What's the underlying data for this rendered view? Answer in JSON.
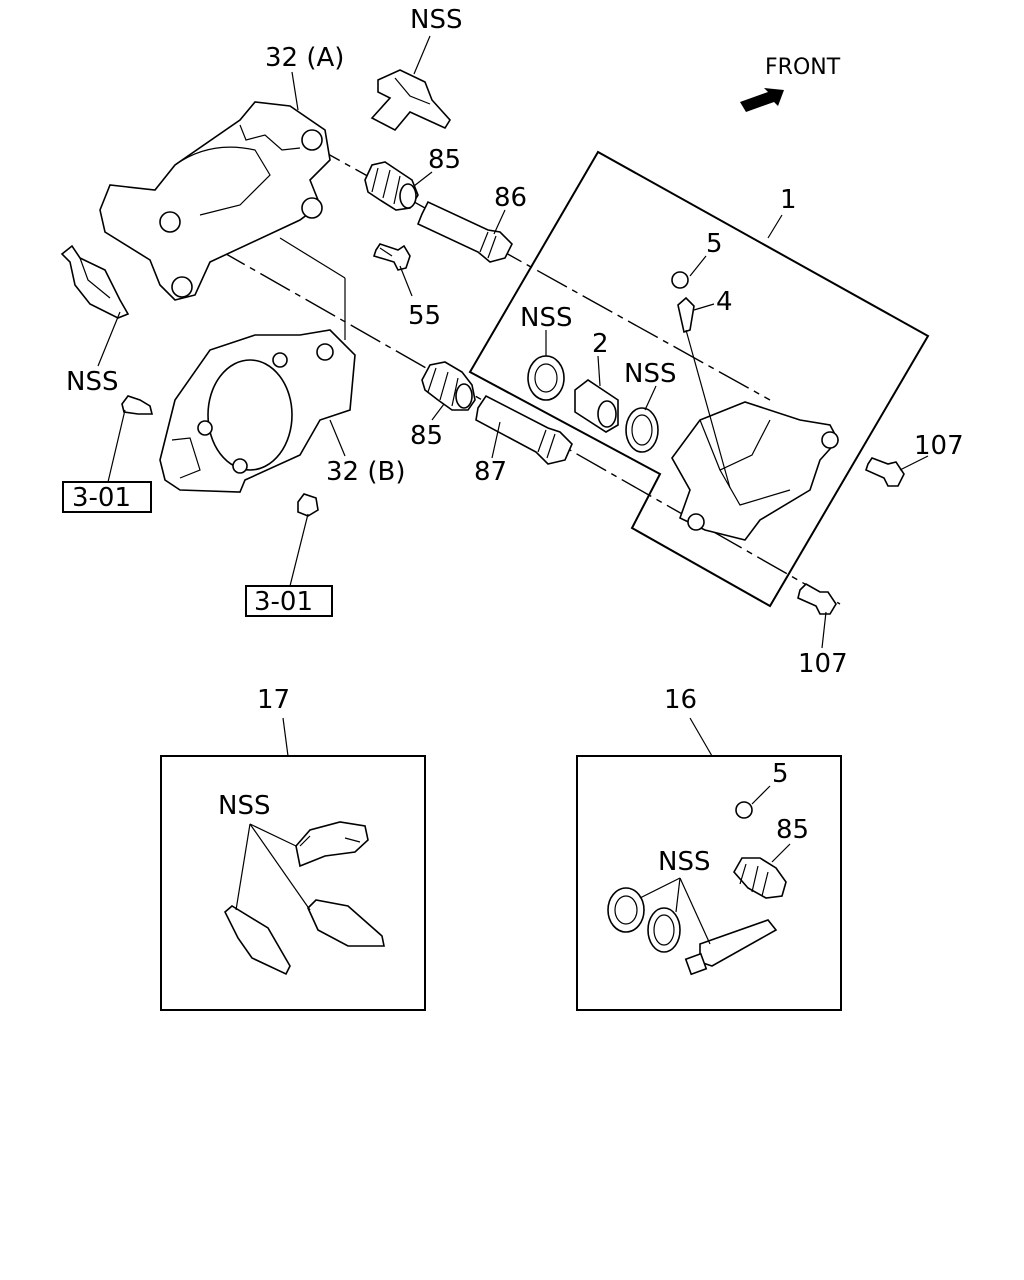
{
  "diagram": {
    "front_label": "FRONT",
    "labels": {
      "nss_top": "NSS",
      "l32a": "32 (A)",
      "l85a": "85",
      "l86": "86",
      "l1": "1",
      "l5a": "5",
      "l4": "4",
      "l55": "55",
      "nss_left": "NSS",
      "nss_seal": "NSS",
      "l2": "2",
      "nss_ring": "NSS",
      "l85b": "85",
      "l87": "87",
      "l32b": "32 (B)",
      "l107a": "107",
      "l107b": "107",
      "ref301a": "3-01",
      "ref301b": "3-01",
      "l17": "17",
      "l16": "16",
      "nss_kit17": "NSS",
      "l5b": "5",
      "l85c": "85",
      "nss_kit16": "NSS"
    }
  }
}
